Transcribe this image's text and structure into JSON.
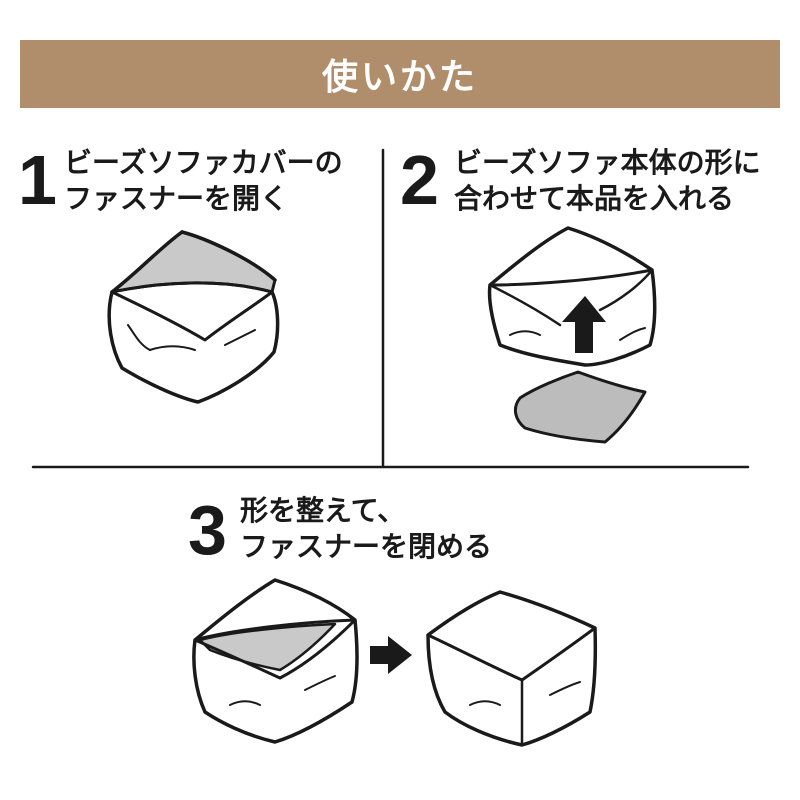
{
  "header": {
    "title": "使いかた"
  },
  "colors": {
    "banner": "#b08e6c",
    "ink": "#1a1a1a",
    "cover_fill": "#c9c9c9",
    "grey_fill": "#bcbcbc"
  },
  "steps": [
    {
      "number": "1",
      "lines": [
        "ビーズソファカバーの",
        "ファスナーを開く"
      ]
    },
    {
      "number": "2",
      "lines": [
        "ビーズソファ本体の形に",
        "合わせて本品を入れる"
      ]
    },
    {
      "number": "3",
      "lines": [
        "形を整えて、",
        "ファスナーを閉める"
      ]
    }
  ],
  "icons": [
    "arrow-up-icon",
    "arrow-right-icon"
  ]
}
